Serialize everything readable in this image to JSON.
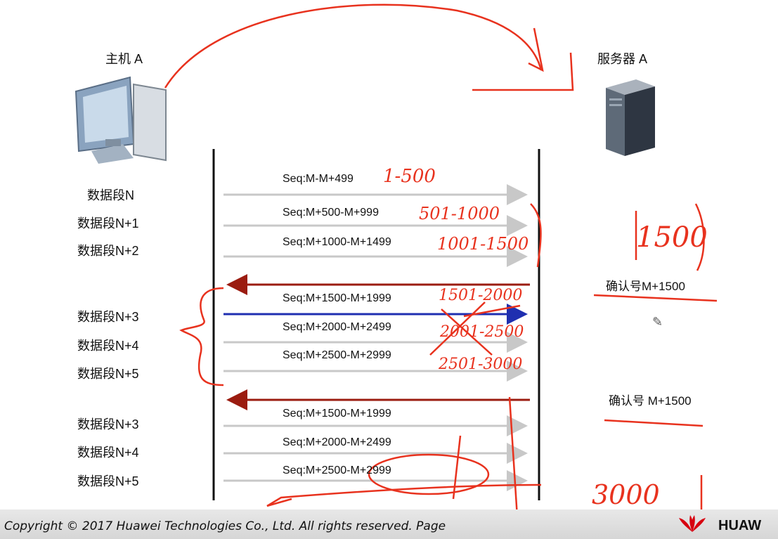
{
  "hosts": {
    "client_title": "主机 A",
    "server_title": "服务器 A"
  },
  "segments_left": [
    "数据段N",
    "数据段N+1",
    "数据段N+2",
    "数据段N+3",
    "数据段N+4",
    "数据段N+5",
    "数据段N+3",
    "数据段N+4",
    "数据段N+5"
  ],
  "seq_labels": [
    "Seq:M-M+499",
    "Seq:M+500-M+999",
    "Seq:M+1000-M+1499",
    "Seq:M+1500-M+1999",
    "Seq:M+2000-M+2499",
    "Seq:M+2500-M+2999",
    "Seq:M+1500-M+1999",
    "Seq:M+2000-M+2499",
    "Seq:M+2500-M+2999"
  ],
  "acks": {
    "ack1": "确认号M+1500",
    "ack2": "确认号 M+1500"
  },
  "handwriting": {
    "n1": "1-500",
    "n2": "501-1000",
    "n3": "1001-1500",
    "n4": "1501-2000",
    "n5": "2001-2500",
    "n6": "2501-3000",
    "big": "1500",
    "bottom": "3000"
  },
  "colors": {
    "arrow_gray": "#c8c8c8",
    "arrow_blue": "#1f2fb0",
    "arrow_darkred": "#9b1c10",
    "ink_red": "#e8321e"
  },
  "footer": {
    "copyright": "Copyright © 2017 Huawei Technologies Co., Ltd. All rights reserved. Page",
    "brand": "HUAW"
  }
}
